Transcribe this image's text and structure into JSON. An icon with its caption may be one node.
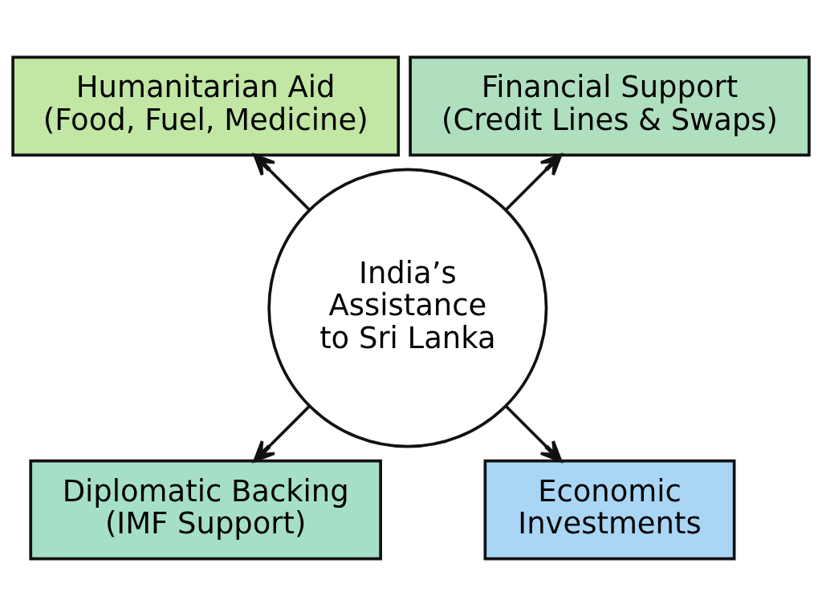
{
  "diagram": {
    "nodes": [
      {
        "text": [
          "Humanitarian Aid (Food, Fuel, Medicine)"
        ]
      },
      {
        "text": [
          "Financial Support (Credit Lines & Swaps)"
        ]
      },
      {
        "text": [
          "India’s Assistance to Sri Lanka"
        ]
      },
      {
        "text": [
          "Diplomatic Backing (IMF Support)"
        ]
      },
      {
        "text": [
          "Economic Investments"
        ]
      }
    ],
    "edges": [
      {
        "from": 2,
        "to": 0,
        "arrow": "to"
      },
      {
        "from": 2,
        "to": 1,
        "arrow": "to"
      },
      {
        "from": 2,
        "to": 3,
        "arrow": "to"
      },
      {
        "from": 2,
        "to": 4,
        "arrow": "to"
      }
    ]
  }
}
